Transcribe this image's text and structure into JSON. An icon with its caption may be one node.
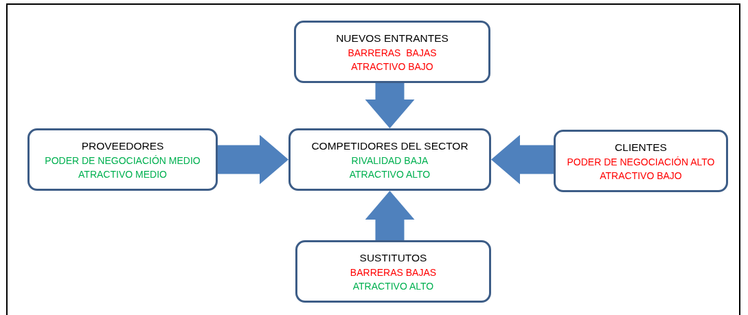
{
  "diagram": {
    "nodes": [
      {
        "text": [
          "NUEVOS ENTRANTES",
          "BARRERAS  BAJAS",
          "ATRACTIVO BAJO"
        ]
      },
      {
        "text": [
          "PROVEEDORES",
          "PODER DE NEGOCIACIÓN MEDIO",
          "ATRACTIVO MEDIO"
        ]
      },
      {
        "text": [
          "COMPETIDORES DEL SECTOR",
          "RIVALIDAD BAJA",
          "ATRACTIVO ALTO"
        ]
      },
      {
        "text": [
          "CLIENTES",
          "PODER DE NEGOCIACIÓN ALTO",
          "ATRACTIVO BAJO"
        ]
      },
      {
        "text": [
          "SUSTITUTOS",
          "BARRERAS BAJAS",
          "ATRACTIVO ALTO"
        ]
      }
    ],
    "edges": [
      {
        "from": 0,
        "to": 2,
        "arrow": "to"
      },
      {
        "from": 1,
        "to": 2,
        "arrow": "to"
      },
      {
        "from": 3,
        "to": 2,
        "arrow": "to"
      },
      {
        "from": 4,
        "to": 2,
        "arrow": "to"
      }
    ]
  }
}
